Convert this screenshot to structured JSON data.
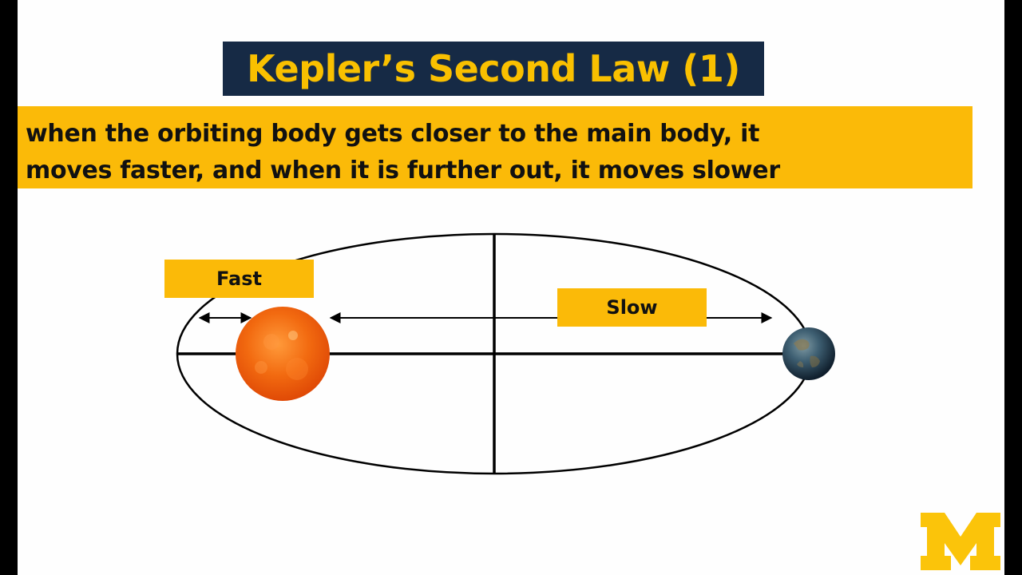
{
  "title": "Kepler’s Second Law (1)",
  "subtitle": {
    "line1": "when the orbiting body gets closer to the main body, it",
    "line2": "moves faster, and when it is further out, it moves slower"
  },
  "labels": {
    "fast": "Fast",
    "slow": "Slow"
  },
  "colors": {
    "title_background": "#162a45",
    "title_text": "#f9c000",
    "highlight": "#fbba08",
    "sun": "#f26a10",
    "earth": "#2b4f6e"
  },
  "icons": {
    "sun": "sun-icon",
    "planet": "earth-icon",
    "logo": "block-m-logo"
  }
}
